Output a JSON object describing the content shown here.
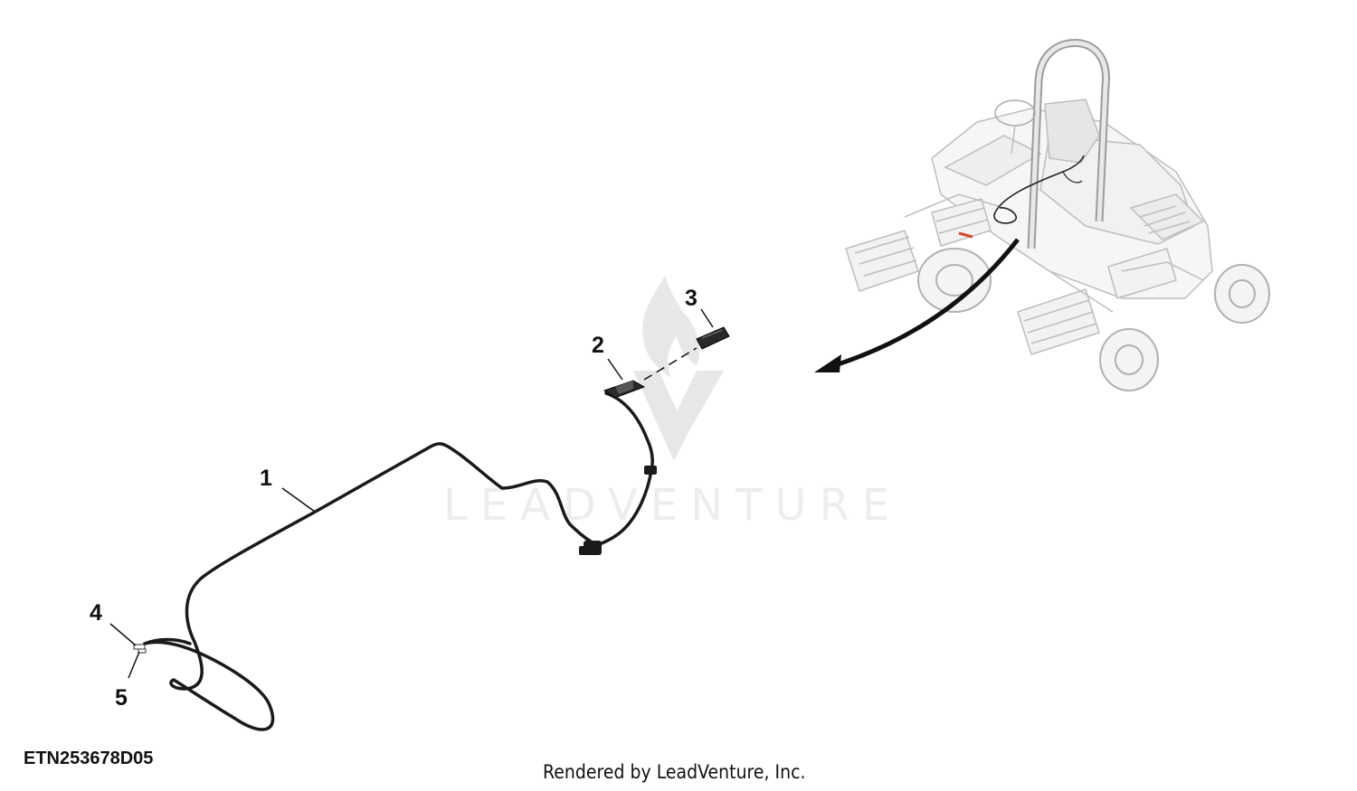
{
  "figure_id": "ETN253678D05",
  "credit": "Rendered by LeadVenture, Inc.",
  "watermark": "LEADVENTURE",
  "callouts": [
    "1",
    "2",
    "3",
    "4",
    "5"
  ],
  "colors": {
    "cable": "#1a1a1a",
    "machine_ghost": "#bfbfbf",
    "watermark": "#d9d9d9",
    "highlight": "#d04a2a"
  }
}
